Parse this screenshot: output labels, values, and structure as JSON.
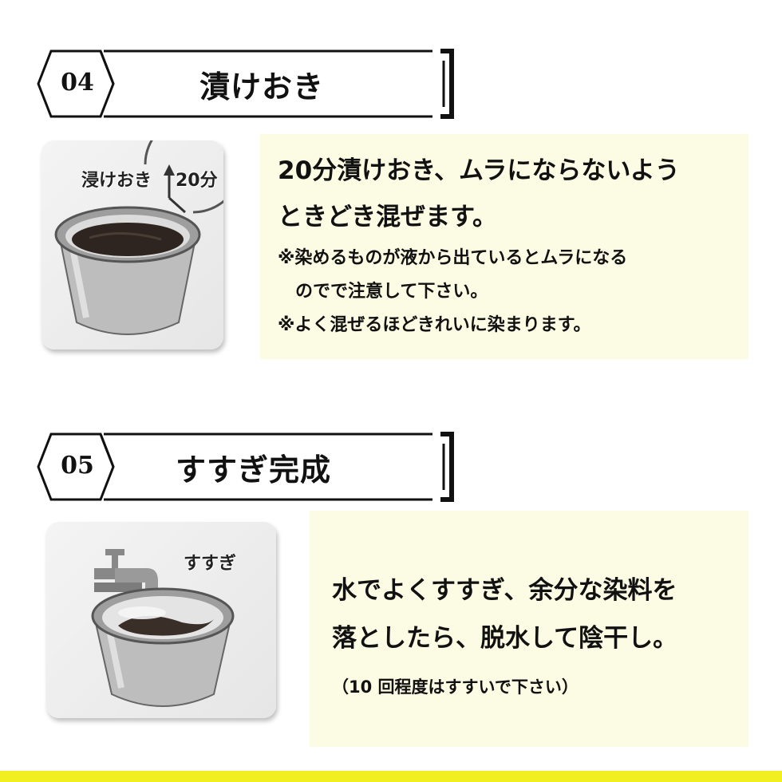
{
  "step4": {
    "number": "04",
    "title": "漬けおき",
    "illustration": {
      "label_soak": "浸けおき",
      "label_time": "20分",
      "icons": [
        "timer-icon",
        "dye-bucket-icon"
      ]
    },
    "main_lines": [
      "20分漬けおき、ムラにならないよう",
      "ときどき混ぜます。"
    ],
    "notes": [
      "※染めるものが液から出ているとムラになる",
      "　のでで注意して下さい。",
      "※よく混ぜるほどきれいに染まります。"
    ]
  },
  "step5": {
    "number": "05",
    "title": "すすぎ完成",
    "illustration": {
      "label_rinse": "すすぎ",
      "icons": [
        "faucet-icon",
        "dye-bucket-icon"
      ]
    },
    "main_lines": [
      "水でよくすすぎ、余分な染料を",
      "落としたら、脱水して陰干し。"
    ],
    "note": "（10 回程度はすすいで下さい）"
  },
  "colors": {
    "panel_bg": "#fcfbe3",
    "bottom_bar": "#f2ef20",
    "text": "#111111"
  }
}
